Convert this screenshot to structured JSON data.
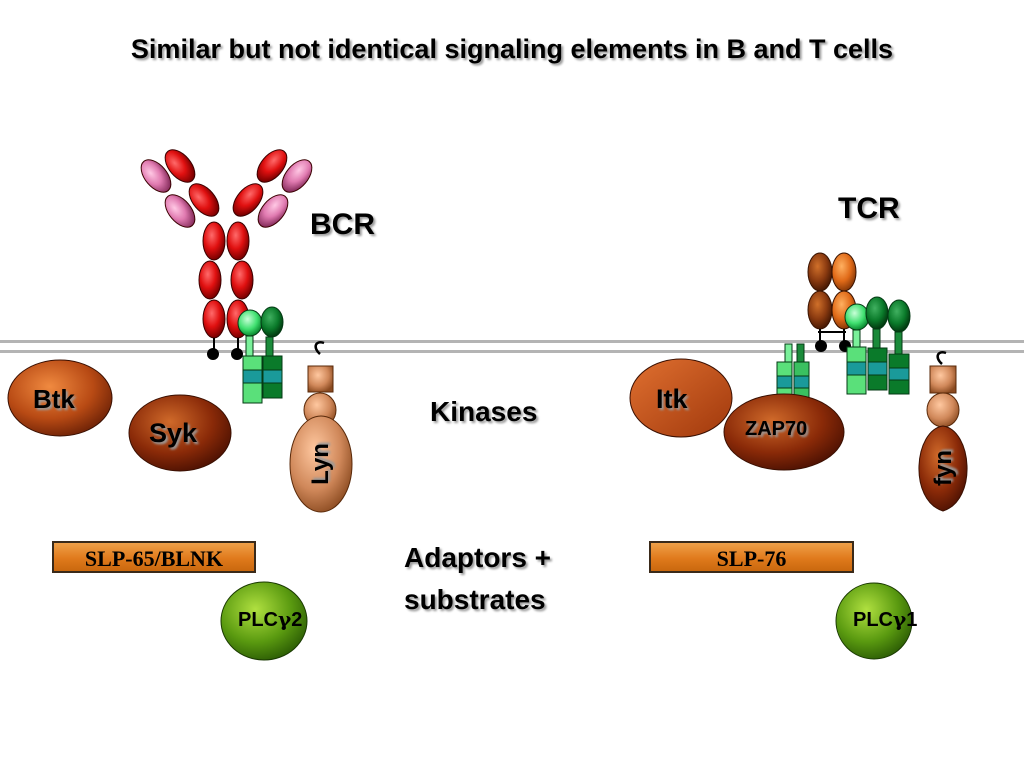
{
  "title": "Similar but not identical signaling elements in B and T cells",
  "receptors": {
    "bcr": "BCR",
    "tcr": "TCR"
  },
  "center": {
    "kinases": "Kinases",
    "adaptors_line1": "Adaptors +",
    "adaptors_line2": "substrates"
  },
  "b_cell": {
    "btk": "Btk",
    "syk": "Syk",
    "lyn": "Lyn",
    "adaptor": "SLP-65/BLNK",
    "plc_prefix": "PLC",
    "plc_greek": "γ",
    "plc_suffix": "2"
  },
  "t_cell": {
    "itk": "Itk",
    "zap70": "ZAP70",
    "fyn": "fyn",
    "adaptor": "SLP-76",
    "plc_prefix": "PLC",
    "plc_greek": "γ",
    "plc_suffix": "1"
  },
  "colors": {
    "membrane": "#b4b4b4",
    "heavy_chain_red": "#e01010",
    "light_chain_pink": "#e07ab0",
    "tcr_brown": "#8a3a10",
    "tcr_orange": "#e06a18",
    "green_bright": "#40e070",
    "green_dark": "#0a7a2a",
    "teal": "#1a9a9a",
    "kinase_rust": "#b84a14",
    "kinase_brown": "#8a2a08",
    "plc_green": "#5a9a10",
    "lyn_tan": "#d0885a"
  }
}
